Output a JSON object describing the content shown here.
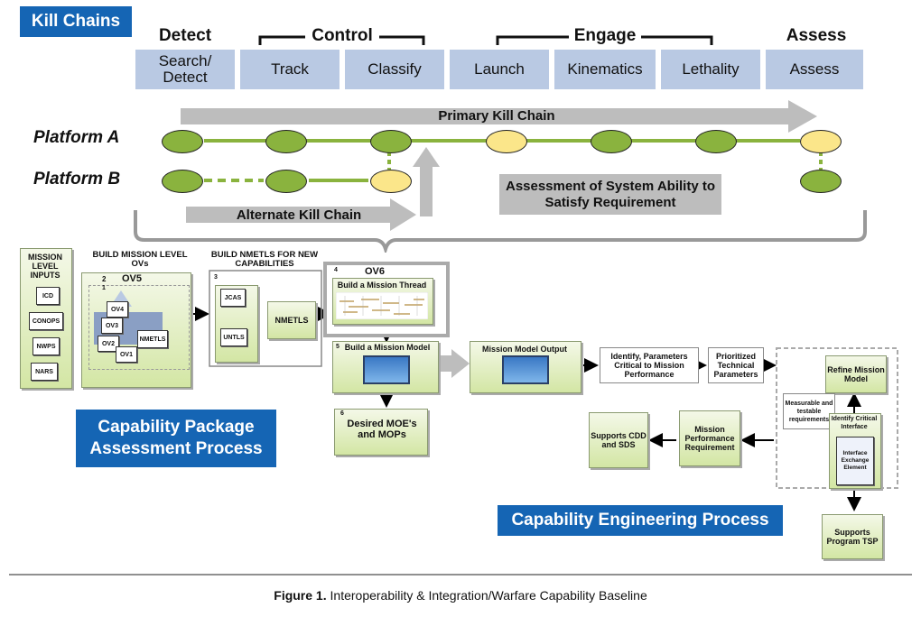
{
  "kill_chains_label": "Kill Chains",
  "phases": {
    "detect": "Detect",
    "control": "Control",
    "engage": "Engage",
    "assess": "Assess"
  },
  "steps": [
    "Search/ Detect",
    "Track",
    "Classify",
    "Launch",
    "Kinematics",
    "Lethality",
    "Assess"
  ],
  "platforms": {
    "a": "Platform A",
    "b": "Platform B"
  },
  "arrows": {
    "primary": "Primary Kill Chain",
    "alternate": "Alternate Kill Chain",
    "assessment": "Assessment of System Ability to Satisfy Requirement"
  },
  "process": {
    "mission_level_inputs": "MISSION LEVEL INPUTS",
    "inputs": [
      "ICD",
      "CONOPS",
      "NWPS",
      "NARS"
    ],
    "build_ovs": "BUILD MISSION LEVEL OVs",
    "ov5_num": "2",
    "ov5": "OV5",
    "ov_num1": "1",
    "ovs": [
      "OV4",
      "OV3",
      "OV2",
      "OV1"
    ],
    "nmetls_doc": "NMETLS",
    "build_nmetls": "BUILD NMETLS FOR NEW CAPABILITIES",
    "nmetls_num": "3",
    "jcas": "JCAS",
    "untls": "UNTLS",
    "nmetls": "NMETLS",
    "ov6_num": "4",
    "ov6": "OV6",
    "mission_thread": "Build a Mission Thread",
    "model_num": "5",
    "mission_model": "Build a Mission Model",
    "moe_num": "6",
    "moe": "Desired MOE's and MOPs",
    "model_output": "Mission Model Output",
    "identify": "Identify, Parameters Critical to Mission Performance",
    "prioritized": "Prioritized Technical Parameters",
    "refine": "Refine Mission Model",
    "measurable": "Measurable and testable requirements",
    "identify_critical": "Identify Critical Interface",
    "interface_doc": "Interface Exchange Element",
    "supports_tsp": "Supports Program TSP",
    "mission_perf": "Mission Performance Requirement",
    "supports_cdd": "Supports CDD and SDS"
  },
  "capability_package": "Capability Package Assessment Process",
  "capability_engineering": "Capability Engineering Process",
  "caption": {
    "bold": "Figure 1.",
    "text": " Interoperability & Integration/Warfare Capability Baseline"
  },
  "colors": {
    "blue": "#1565b4",
    "step": "#b9c9e3",
    "green": "#8ab33e",
    "yellow": "#fbe68a",
    "arrow_gray": "#bdbdbd"
  }
}
